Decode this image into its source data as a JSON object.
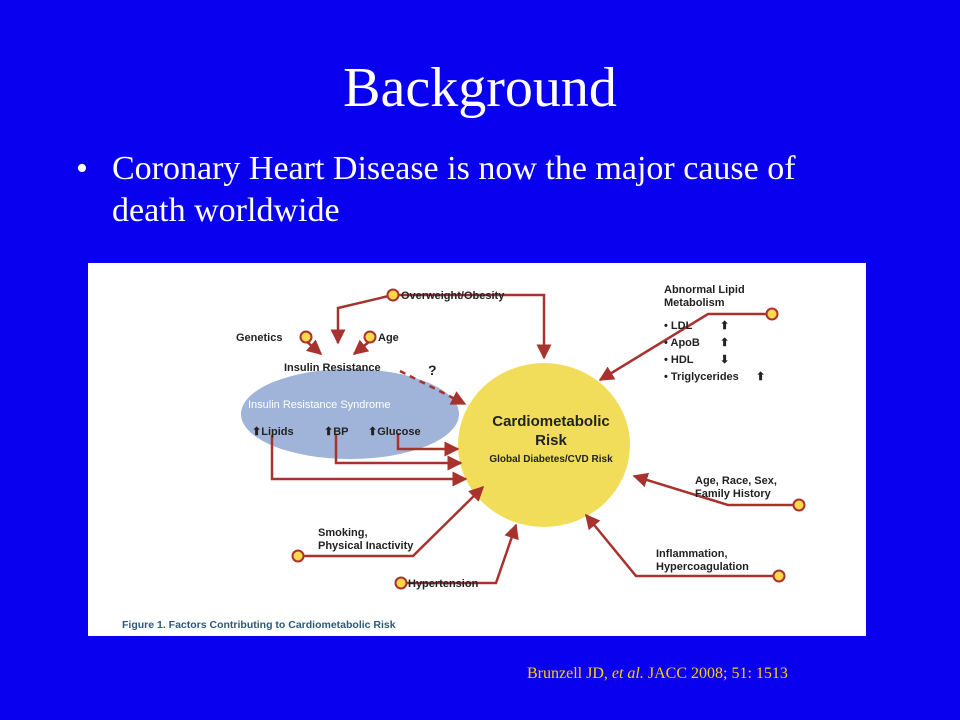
{
  "slide": {
    "title": "Background",
    "bullet_symbol": "•",
    "bullet_text": "Coronary Heart Disease is now the major cause of death worldwide"
  },
  "figure": {
    "caption": "Figure 1. Factors Contributing to Cardiometabolic Risk",
    "nodes": {
      "overweight": "Overweight/Obesity",
      "genetics": "Genetics",
      "age": "Age",
      "insulin_resistance": "Insulin Resistance",
      "question": "?",
      "syndrome": "Insulin Resistance Syndrome",
      "lipids": "Lipids",
      "bp": "BP",
      "glucose": "Glucose",
      "center_title_1": "Cardiometabolic",
      "center_title_2": "Risk",
      "center_subtitle": "Global Diabetes/CVD Risk",
      "abnormal_lipid_1": "Abnormal Lipid",
      "abnormal_lipid_2": "Metabolism",
      "lipid_items": [
        {
          "label": "LDL",
          "direction": "up"
        },
        {
          "label": "ApoB",
          "direction": "up"
        },
        {
          "label": "HDL",
          "direction": "down"
        },
        {
          "label": "Triglycerides",
          "direction": "up"
        }
      ],
      "demographics_1": "Age, Race, Sex,",
      "demographics_2": "Family History",
      "smoking_1": "Smoking,",
      "smoking_2": "Physical Inactivity",
      "inflammation_1": "Inflammation,",
      "inflammation_2": "Hypercoagulation",
      "hypertension": "Hypertension"
    }
  },
  "citation": {
    "authors": "Brunzell JD,",
    "etal": "et al.",
    "journal": "JACC 2008; 51: 1513"
  },
  "colors": {
    "background": "#0a00f0",
    "text": "#ffffff",
    "citation": "#ffd200",
    "arrow": "#a8322e",
    "node_fill": "#ffd84a",
    "ellipse_fill": "#f2dd5a",
    "syndrome_fill": "#9fb4d8"
  }
}
